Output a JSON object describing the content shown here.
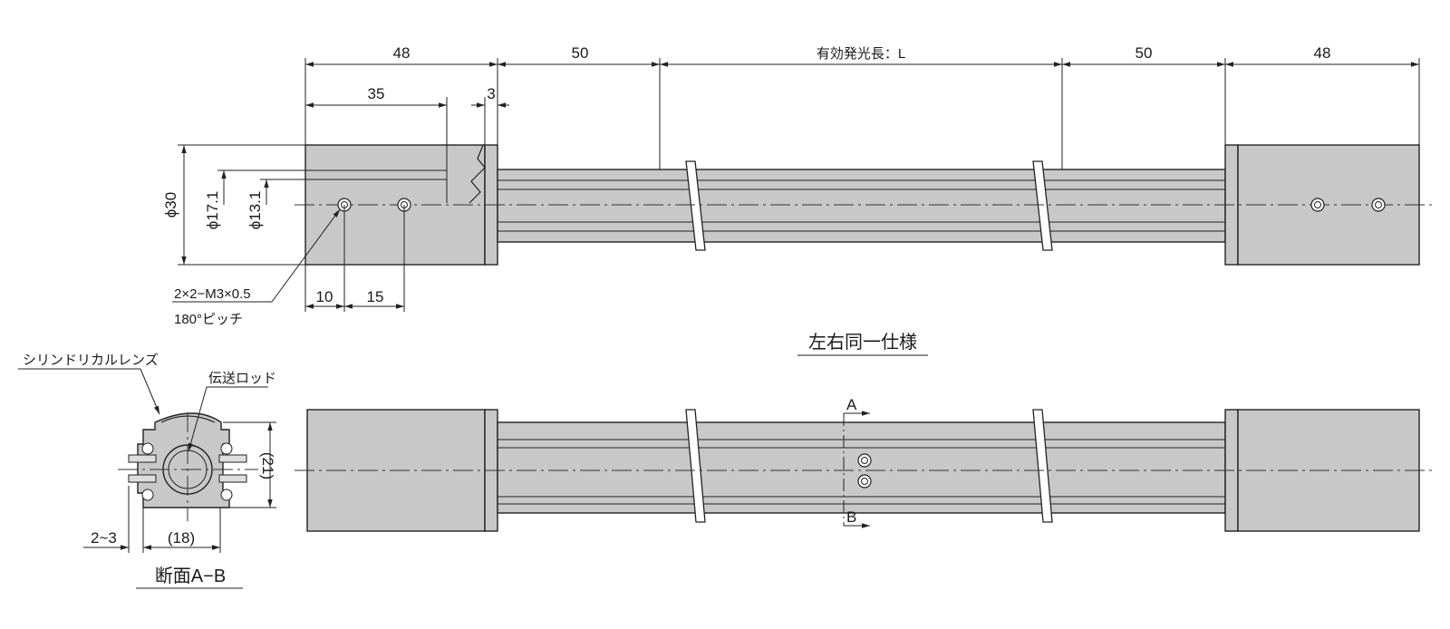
{
  "dimensions": {
    "left_block": "48",
    "left_gap": "50",
    "effective_length": "有効発光長：L",
    "right_gap": "50",
    "right_block": "48",
    "hole_depth": "35",
    "flange": "3",
    "dia_body": "ϕ30",
    "dia_1": "ϕ17.1",
    "dia_2": "ϕ13.1",
    "hole_offset_1": "10",
    "hole_offset_2": "15"
  },
  "notes": {
    "thread_spec": "2×2−M3×0.5",
    "thread_pitch": "180°ピッチ",
    "symmetric": "左右同一仕様",
    "lens": "シリンドリカルレンズ",
    "rod": "伝送ロッド",
    "section_a": "A",
    "section_b": "B",
    "section_title": "断面A−B",
    "sec_height": "(21)",
    "sec_width": "(18)",
    "sec_gap": "2~3"
  },
  "colors": {
    "body_fill": "#c8c8c8",
    "line": "#222222"
  }
}
